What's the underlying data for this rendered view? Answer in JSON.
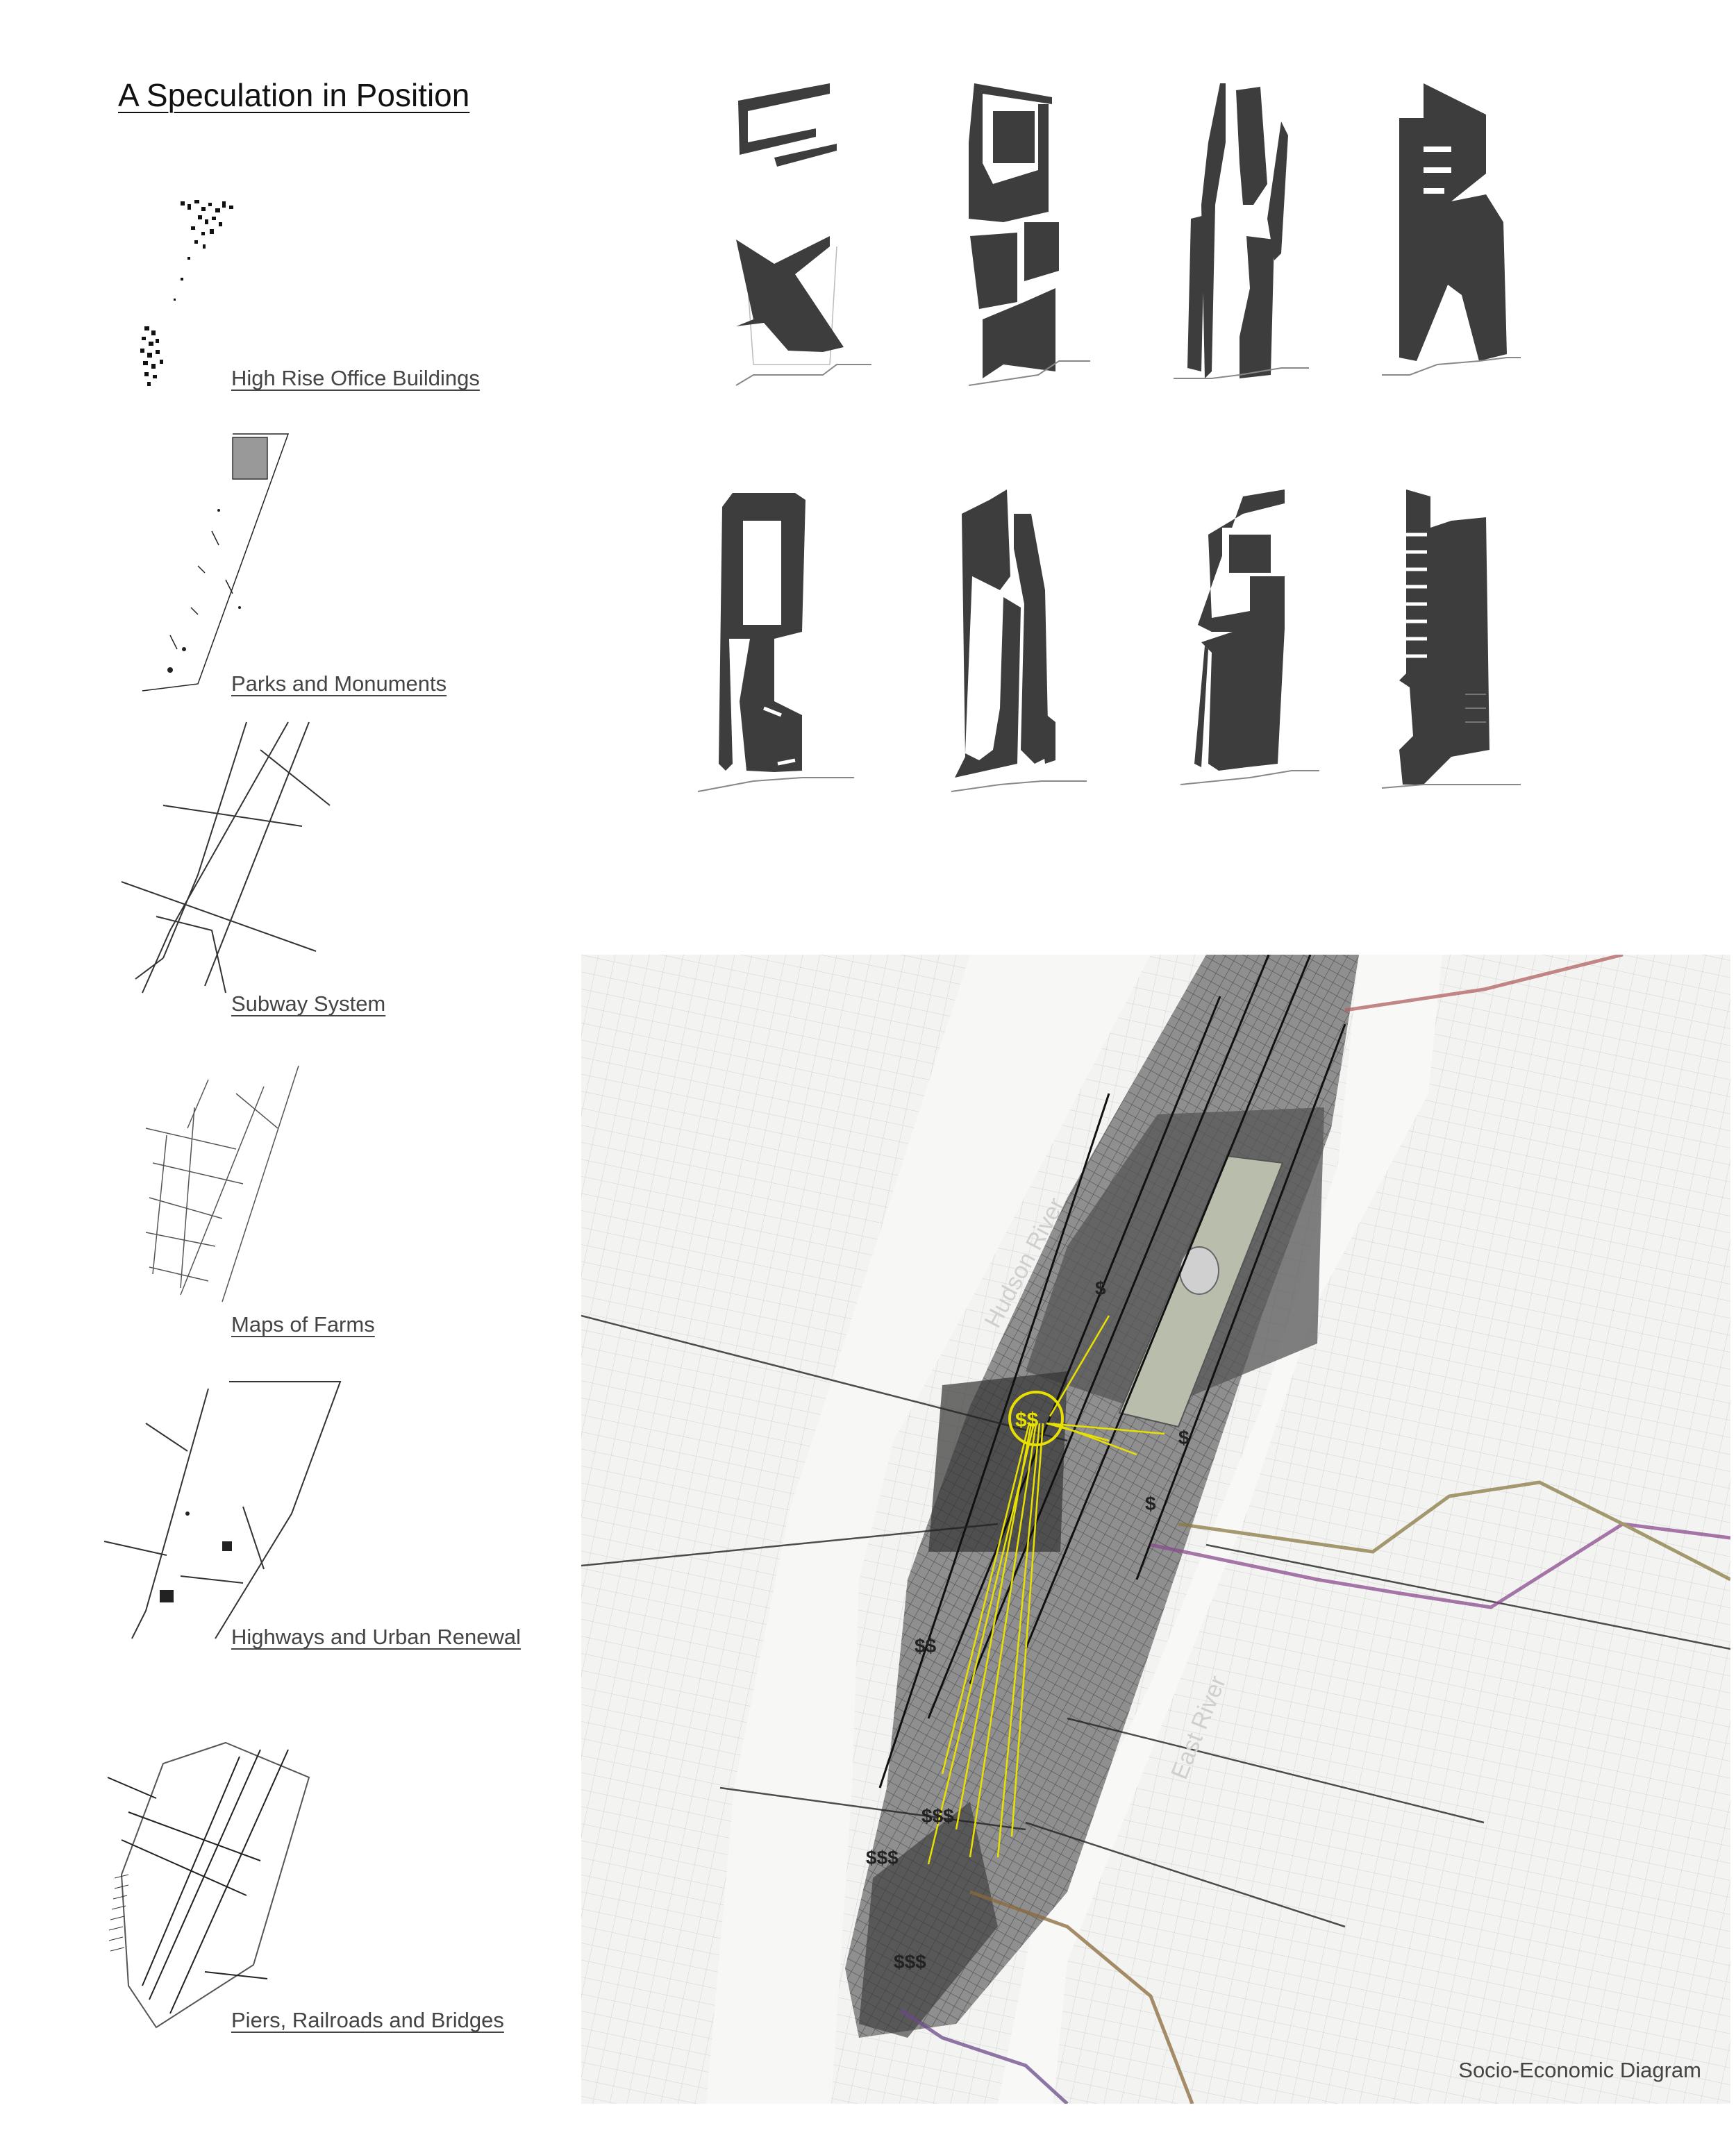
{
  "title": "A Speculation in Position",
  "layers": [
    {
      "label": "High Rise Office Buildings",
      "icon": "office-buildings-map"
    },
    {
      "label": "Parks and Monuments",
      "icon": "parks-map"
    },
    {
      "label": "Subway System",
      "icon": "subway-map"
    },
    {
      "label": "Maps of Farms",
      "icon": "farms-map"
    },
    {
      "label": "Highways and Urban Renewal",
      "icon": "highways-map"
    },
    {
      "label": "Piers, Railroads and Bridges",
      "icon": "piers-map"
    }
  ],
  "towers": {
    "count": 8,
    "rows": 2,
    "color": "#3d3d3d"
  },
  "map": {
    "caption": "Socio-Economic Diagram",
    "labels": {
      "hudson": "Hudson River",
      "east": "East River"
    },
    "markers": [
      "$",
      "$",
      "$",
      "$$",
      "$$",
      "$$$",
      "$$$",
      "$$$"
    ],
    "highlight_marker": "$$",
    "highlight_color": "#e8e000"
  }
}
